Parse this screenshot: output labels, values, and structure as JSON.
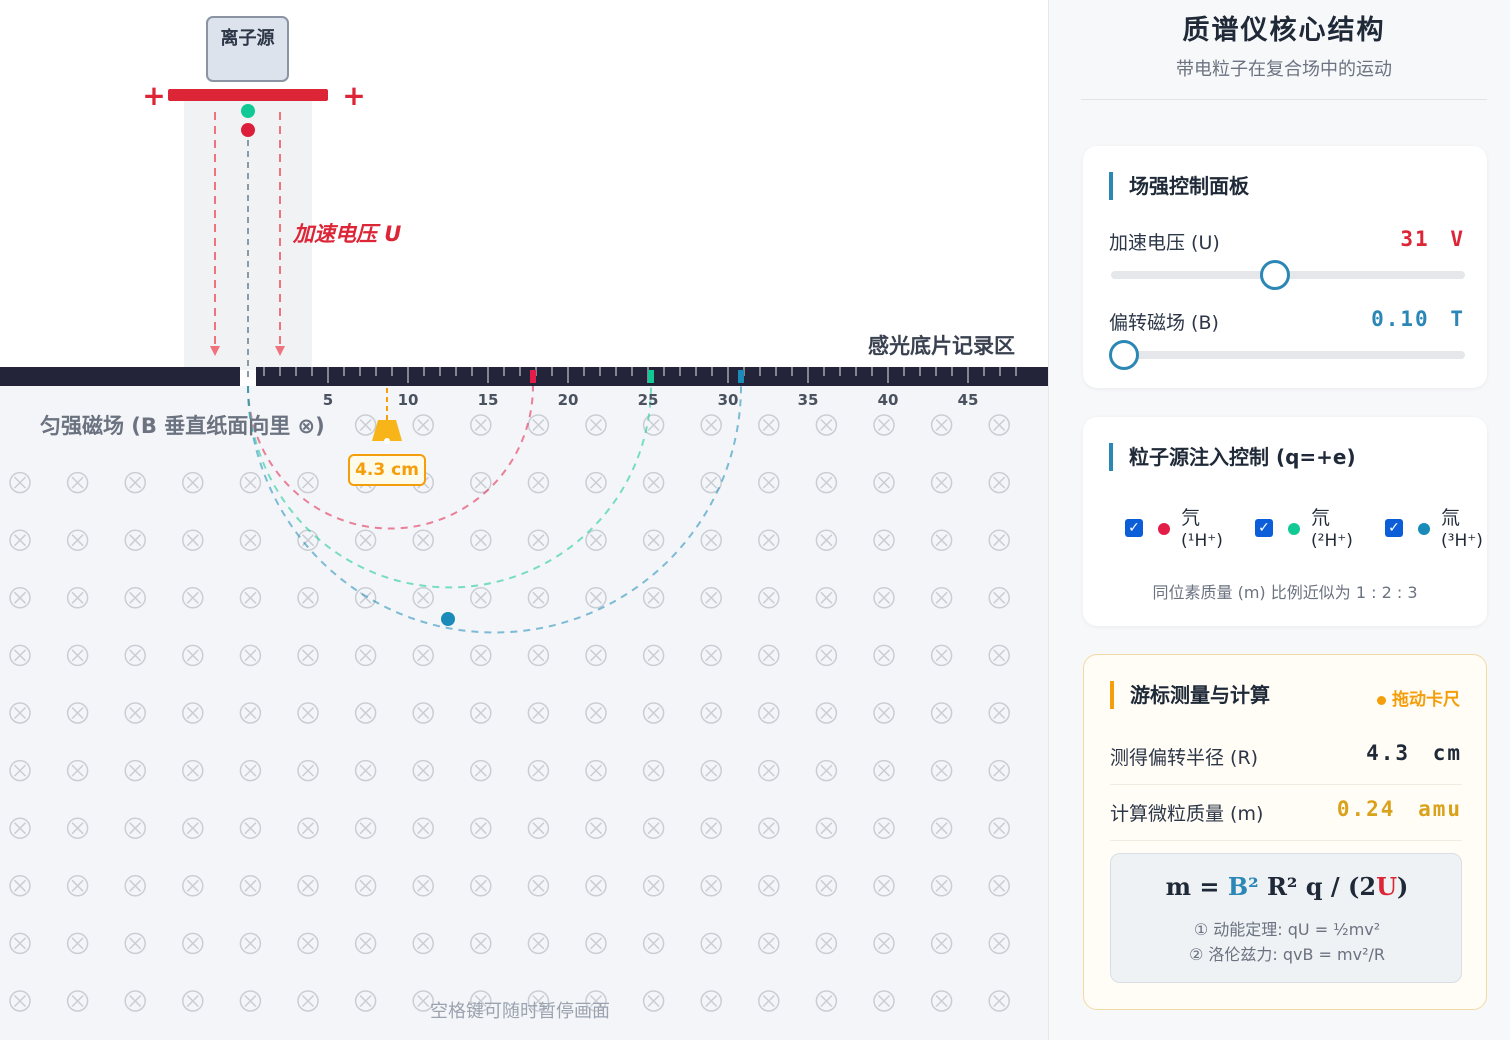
{
  "simulation": {
    "ion_source_label": "离子源",
    "accel_voltage_label": "加速电压 U",
    "film_label": "感光底片记录区",
    "field_label": "匀强磁场 (B 垂直纸面向里 ⊗)",
    "ruler_ticks": [
      "5",
      "10",
      "15",
      "20",
      "25",
      "30",
      "35",
      "40",
      "45"
    ],
    "caliper_reading": "4.3 cm",
    "pause_hint": "空格键可随时暂停画面",
    "plus_sign": "+",
    "field_symbol": "⊗"
  },
  "panel": {
    "title": "质谱仪核心结构",
    "subtitle": "带电粒子在复合场中的运动",
    "field_control": {
      "title": "场强控制面板",
      "voltage": {
        "label": "加速电压 (U)",
        "value": "31",
        "unit": "V",
        "fraction": 0.46
      },
      "magnetic": {
        "label": "偏转磁场 (B)",
        "value": "0.10",
        "unit": "T",
        "fraction": 0.0
      }
    },
    "source_control": {
      "title": "粒子源注入控制 (q=+e)",
      "isotopes": [
        {
          "name": "氕",
          "formula": "(¹H⁺)",
          "checked": true,
          "color": "#e11d48"
        },
        {
          "name": "氘",
          "formula": "(²H⁺)",
          "checked": true,
          "color": "#10c995"
        },
        {
          "name": "氚",
          "formula": "(³H⁺)",
          "checked": true,
          "color": "#1a8bb8"
        }
      ],
      "note": "同位素质量 (m) 比例近似为 1 : 2 : 3"
    },
    "measurement": {
      "title": "游标测量与计算",
      "drag_hint": "拖动卡尺",
      "radius": {
        "label": "测得偏转半径 (R)",
        "value": "4.3",
        "unit": "cm"
      },
      "mass": {
        "label": "计算微粒质量 (m)",
        "value": "0.24",
        "unit": "amu"
      },
      "formula": {
        "m": "m",
        "eq": " = ",
        "b2": "B²",
        "r2": " R² q / (2",
        "u": "U",
        "close": ")"
      },
      "law1": "① 动能定理: qU = ½mv²",
      "law2": "② 洛伦兹力: qvB = mv²/R"
    }
  },
  "colors": {
    "accent": "#2b87b5",
    "red": "#e11d48",
    "green": "#10c995",
    "blue": "#1a8bb8",
    "amber": "#f59e0b",
    "film": "#232339"
  }
}
